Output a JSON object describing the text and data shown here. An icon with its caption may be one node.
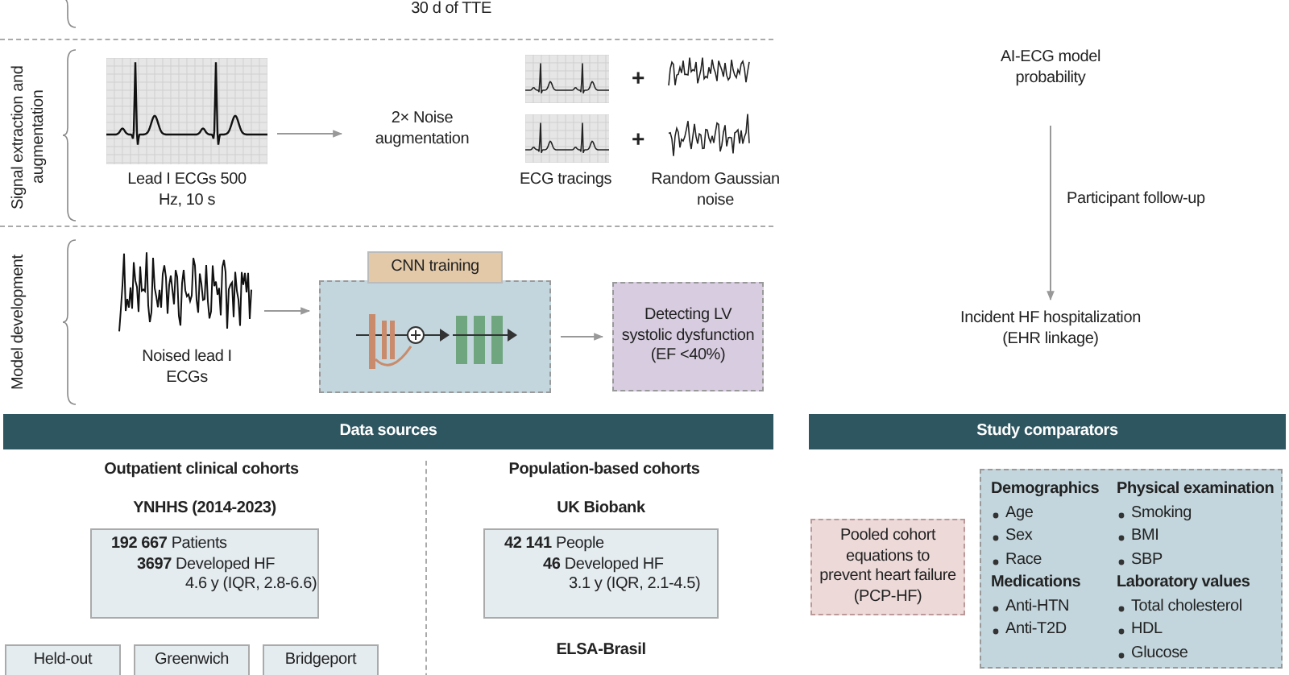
{
  "diagram": {
    "nodes": [
      {
        "text": [],
        "shape": "picture",
        "beside": [
          "Lead I ECGs 500 Hz, 10 s"
        ]
      },
      {
        "text": [
          "2× Noise augmentation"
        ]
      },
      {
        "text": [],
        "shape": "picture",
        "beside": [
          "Noised lead I ECGs"
        ]
      },
      {
        "text": [
          "CNN training"
        ]
      },
      {
        "text": [
          "Detecting LV systolic dysfunction (EF <40%)"
        ]
      },
      {
        "text": [
          "AI-ECG model probability"
        ]
      },
      {
        "text": [
          "Incident HF hospitalization (EHR linkage)"
        ]
      },
      {
        "text": [
          "Data sources"
        ]
      },
      {
        "text": [
          "Study comparators"
        ]
      },
      {
        "text": [
          "YNHHS (2014-2023)",
          "**192 667** Patients",
          "**3697** Developed HF",
          "4.6 y (IQR, 2.8-6.6)"
        ]
      },
      {
        "text": [
          "UK Biobank",
          "**42 141** People",
          "**46** Developed HF",
          "3.1 y (IQR, 2.1-4.5)"
        ]
      },
      {
        "text": [
          "Held-out"
        ]
      },
      {
        "text": [
          "Greenwich"
        ]
      },
      {
        "text": [
          "Bridgeport"
        ]
      },
      {
        "text": [
          "Pooled cohort equations to prevent heart failure (PCP-HF)"
        ]
      },
      {
        "text": [
          "Demographics",
          "Age",
          "Sex",
          "Race",
          "Medications",
          "Anti-HTN",
          "Anti-T2D",
          "Physical examination",
          "Smoking",
          "BMI",
          "SBP",
          "Laboratory values",
          "Total cholesterol",
          "HDL",
          "Glucose"
        ]
      }
    ],
    "edges": [
      {
        "from": 0,
        "to": 1,
        "arrow": "to"
      },
      {
        "from": 2,
        "to": 3,
        "arrow": "to"
      },
      {
        "from": 3,
        "to": 4,
        "arrow": "to"
      },
      {
        "from": 5,
        "to": 6,
        "arrow": "to",
        "label": "Participant follow-up"
      }
    ],
    "labels": [
      "30 d of TTE",
      "Signal extraction and augmentation",
      "ECG tracings",
      "+",
      "+",
      "Random Gaussian noise",
      "Model development",
      "Outpatient clinical cohorts",
      "Population-based cohorts",
      "ELSA-Brasil"
    ]
  }
}
